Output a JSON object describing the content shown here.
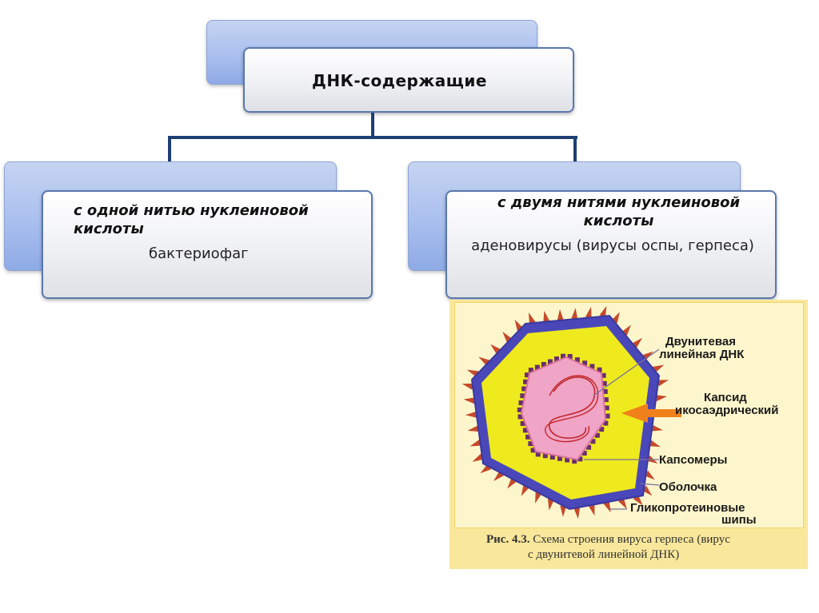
{
  "root": {
    "title": "ДНК-содержащие"
  },
  "left": {
    "heading": "с одной нитью нуклеиновой кислоты",
    "example": "бактериофаг"
  },
  "right": {
    "heading": "с двумя нитями нуклеиновой кислоты",
    "example": "аденовирусы (вирусы оспы, герпеса)"
  },
  "figure": {
    "labels": {
      "dna_line1": "Двунитевая",
      "dna_line2": "линейная ДНК",
      "capsid_line1": "Капсид",
      "capsid_line2": "икосаэдрический",
      "capsomeres": "Капсомеры",
      "envelope": "Оболочка",
      "spikes_line1": "Гликопротеиновые",
      "spikes_line2": "шипы"
    },
    "caption_prefix": "Рис. 4.3.",
    "caption_line1": "Схема строения вируса герпеса (вирус",
    "caption_line2": "с двунитевой линейной ДНК)",
    "colors": {
      "cytoplasm": "#eeea1e",
      "envelope": "#4a48b8",
      "capsid": "#f0a4c6",
      "spikes": "#c54a2a",
      "arrow": "#f0801a",
      "panel": "#fdf3c2",
      "panel_border": "#f2d66a"
    }
  }
}
